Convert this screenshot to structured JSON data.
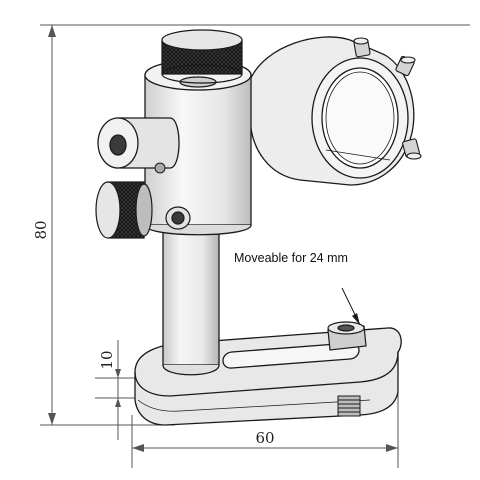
{
  "diagram": {
    "dimensions": {
      "height_total": "80",
      "base_thickness": "10",
      "base_length": "60"
    },
    "annotation": {
      "text": "Moveable for 24 mm"
    },
    "colors": {
      "line": "#1a1a1a",
      "dim_line": "#555555",
      "metal_light": "#f4f4f4",
      "metal_mid": "#d9d9d9",
      "metal_dark": "#9a9a9a",
      "knurl": "#2a2a2a"
    }
  }
}
